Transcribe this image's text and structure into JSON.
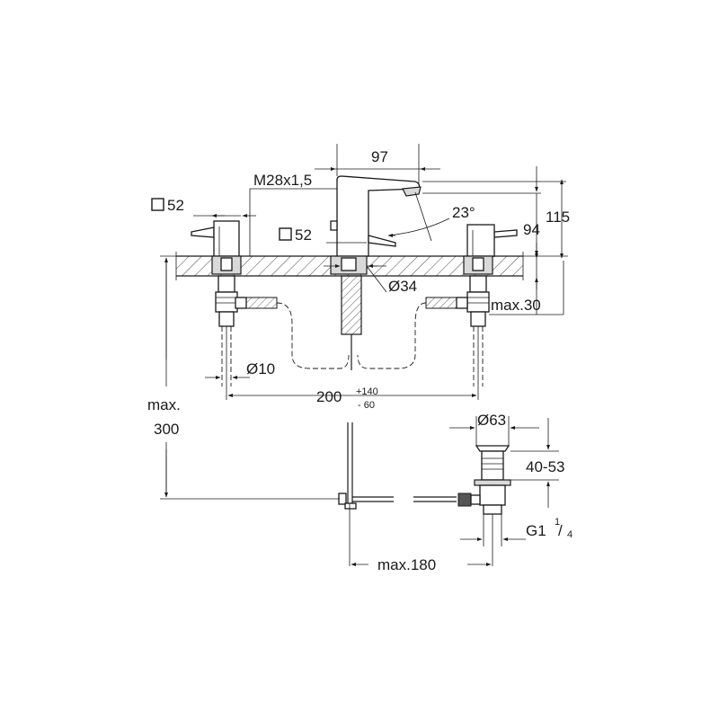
{
  "dimensions": {
    "handle_left_square": "52",
    "spout_square": "52",
    "thread": "M28x1,5",
    "spout_width": "97",
    "angle": "23°",
    "height_94": "94",
    "height_115": "115",
    "hole_diameter": "Ø34",
    "max_thickness": "max.30",
    "hose_diameter": "Ø10",
    "spacing": "200",
    "spacing_plus": "+140",
    "spacing_minus": "- 60",
    "max_height_line1": "max.",
    "max_height_line2": "300",
    "drain_diameter": "Ø63",
    "drain_range": "40-53",
    "drain_thread": "G1",
    "drain_thread_fraction_num": "1",
    "drain_thread_fraction_den": "4",
    "drain_reach": "max.180"
  }
}
